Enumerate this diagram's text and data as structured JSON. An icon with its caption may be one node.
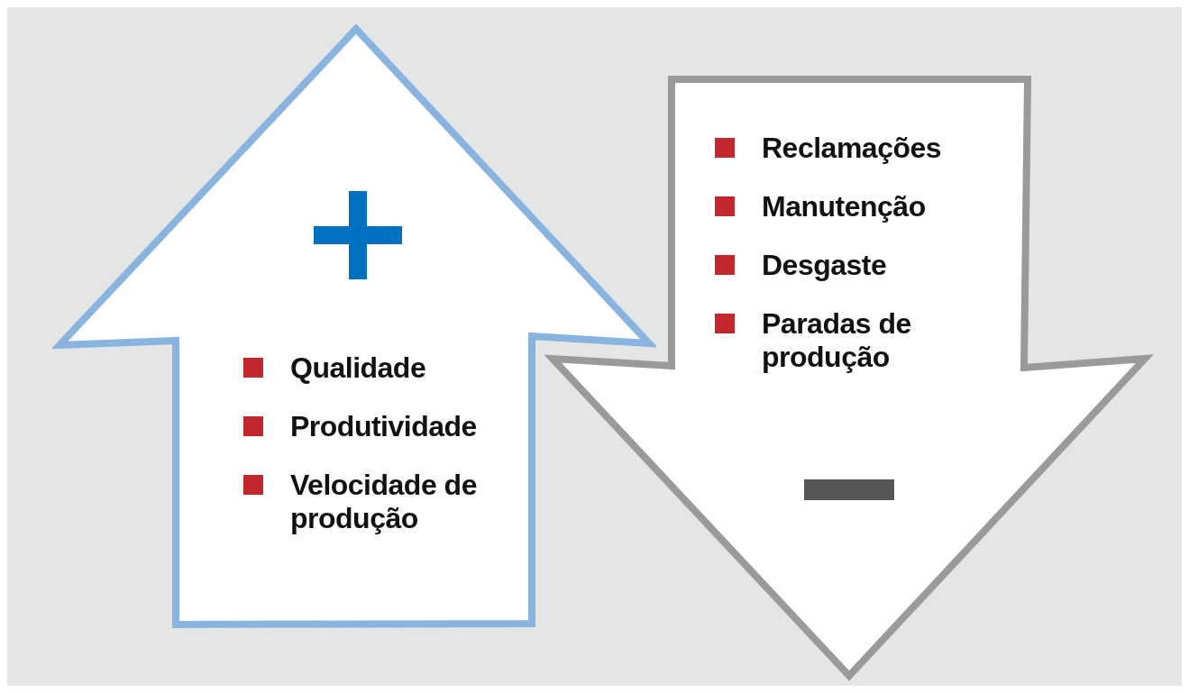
{
  "diagram": {
    "nodes": [
      {
        "text": [
          "Qualidade",
          "Produtividade",
          "Velocidade de produção"
        ]
      },
      {
        "text": [
          "Reclamações",
          "Manutenção",
          "Desgaste",
          "Paradas de produção"
        ]
      }
    ]
  }
}
